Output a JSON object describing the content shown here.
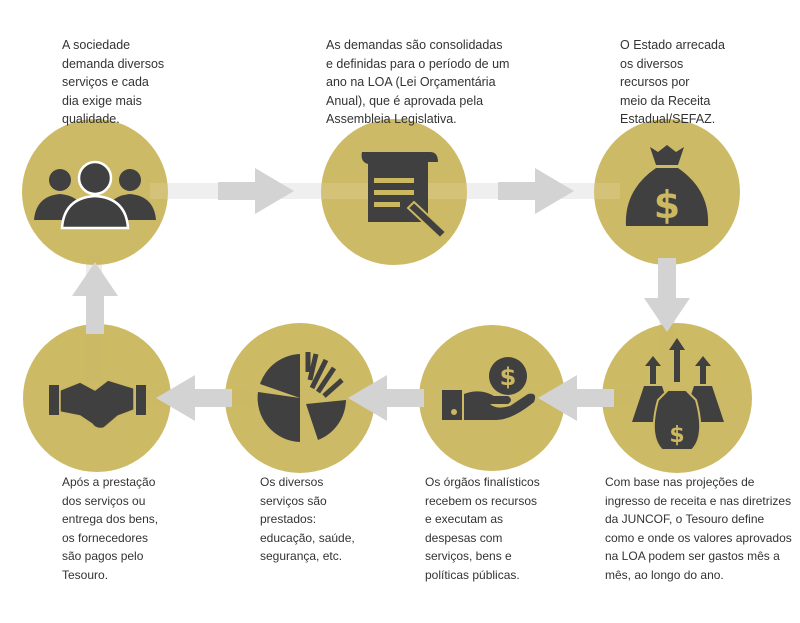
{
  "colors": {
    "circle": "#CBB861",
    "icon": "#404040",
    "arrow": "#D3D3D3",
    "band": "#EDEDED"
  },
  "steps": [
    {
      "icon": "people-icon",
      "lines": [
        "A sociedade",
        "demanda diversos",
        "serviços e cada",
        "dia exige mais",
        "qualidade."
      ]
    },
    {
      "icon": "document-pencil-icon",
      "lines": [
        "As demandas são consolidadas",
        "e definidas para o período de um",
        "ano na LOA (Lei Orçamentária",
        "Anual), que é aprovada pela",
        "Assembleia Legislativa."
      ]
    },
    {
      "icon": "money-bag-icon",
      "lines": [
        "O Estado arrecada",
        "os diversos",
        "recursos por",
        "meio da Receita",
        "Estadual/SEFAZ."
      ]
    },
    {
      "icon": "money-bags-arrows-icon",
      "lines": [
        "Com base nas projeções de",
        "ingresso de receita e nas diretrizes",
        "da JUNCOF, o Tesouro define",
        "como e onde os valores aprovados",
        "na LOA podem ser gastos mês a",
        "mês, ao longo do ano."
      ]
    },
    {
      "icon": "hand-coin-icon",
      "lines": [
        "Os órgãos  finalísticos",
        "recebem os recursos",
        "e executam as",
        "despesas com",
        "serviços, bens e",
        "políticas públicas."
      ]
    },
    {
      "icon": "pie-chart-icon",
      "lines": [
        "Os diversos",
        "serviços são",
        "prestados:",
        "educação, saúde,",
        "segurança, etc."
      ]
    },
    {
      "icon": "handshake-icon",
      "lines": [
        "Após a prestação",
        "dos serviços ou",
        "entrega dos bens,",
        "os fornecedores",
        "são pagos pelo",
        "Tesouro."
      ]
    }
  ]
}
